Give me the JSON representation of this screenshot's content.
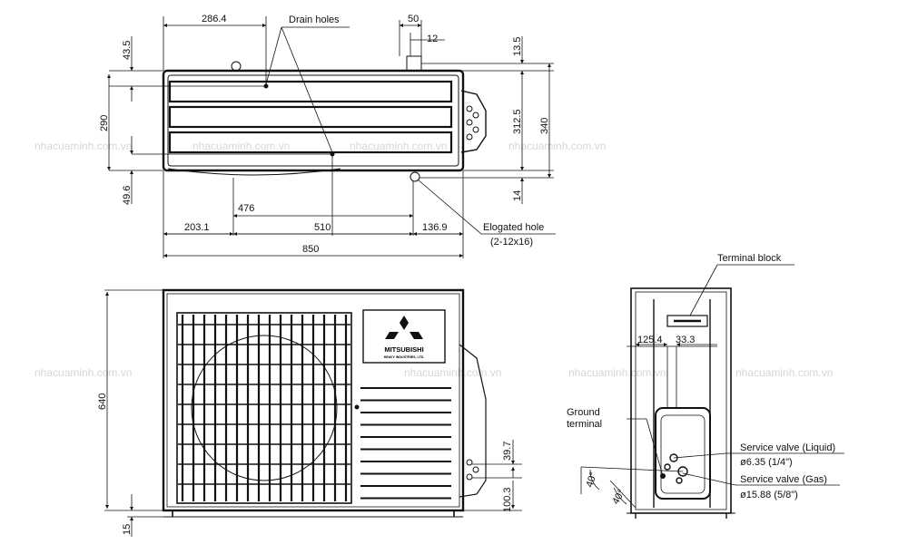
{
  "labels": {
    "drain_holes": "Drain holes",
    "elongated_hole": "Elogated hole",
    "elongated_hole_size": "(2-12x16)",
    "terminal_block": "Terminal block",
    "ground_terminal_1": "Ground",
    "ground_terminal_2": "terminal",
    "service_valve_liquid": "Service valve (Liquid)",
    "service_valve_liquid_size": "ø6.35 (1/4\")",
    "service_valve_gas": "Service valve (Gas)",
    "service_valve_gas_size": "ø15.88 (5/8\")"
  },
  "brand": {
    "name": "MITSUBISHI",
    "subtitle": "HEAVY INDUSTRIES, LTD."
  },
  "watermark": "nhacuaminh.com.vn",
  "dimensions": {
    "d286_4": "286.4",
    "d50": "50",
    "d12": "12",
    "d43_5": "43.5",
    "d13_5": "13.5",
    "d290": "290",
    "d312_5": "312.5",
    "d340": "340",
    "d49_6": "49.6",
    "d14": "14",
    "d476": "476",
    "d203_1": "203.1",
    "d510": "510",
    "d136_9": "136.9",
    "d850": "850",
    "d640": "640",
    "d39_7": "39.7",
    "d100_3": "100.3",
    "d15": "15",
    "d125_4": "125.4",
    "d33_3": "33.3",
    "a40_1": "40°",
    "a40_2": "40°"
  }
}
